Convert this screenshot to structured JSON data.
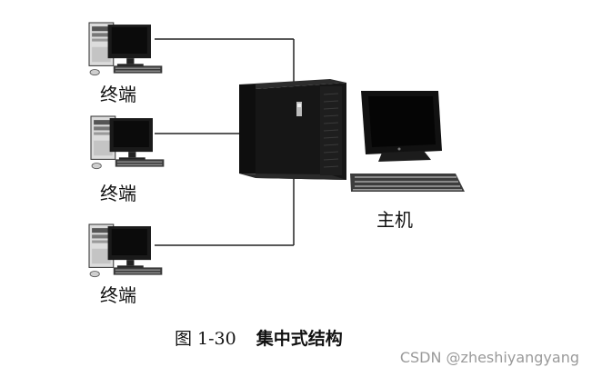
{
  "diagram": {
    "terminals": [
      {
        "label": "终端"
      },
      {
        "label": "终端"
      },
      {
        "label": "终端"
      }
    ],
    "host": {
      "label": "主机"
    },
    "caption": {
      "number": "图 1-30",
      "title": "集中式结构"
    }
  },
  "watermark": "CSDN @zheshiyangyang",
  "colors": {
    "line": "#222222",
    "device_dark": "#141414",
    "device_light": "#e2e2e2",
    "screen": "#0b0b0b"
  },
  "icons": {
    "terminal": "desktop-pc-icon",
    "server": "server-tower-icon",
    "monitor": "monitor-icon",
    "keyboard": "keyboard-icon"
  }
}
